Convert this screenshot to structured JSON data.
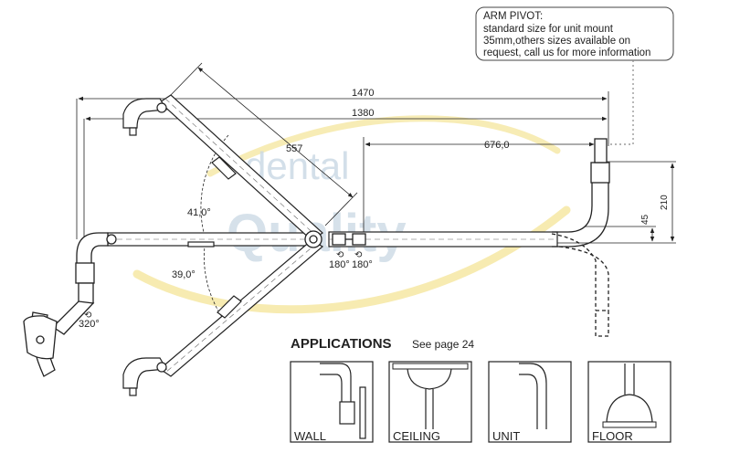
{
  "note": {
    "lines": [
      "ARM PIVOT:",
      "standard size for unit mount",
      "35mm,others sizes available on",
      "request, call us for more information"
    ]
  },
  "dimensions": {
    "overall_width": "1470",
    "inner_width": "1380",
    "arm_length": "557",
    "offset": "676,0",
    "height_total": "210",
    "height_small": "45",
    "angle_upper": "41,0°",
    "angle_lower": "39,0°",
    "rot_a": "180°",
    "rot_b": "180°",
    "rot_head": "320°"
  },
  "watermark": {
    "word1": "dental",
    "word2": "Quality"
  },
  "applications": {
    "title": "APPLICATIONS",
    "subtitle": "See page 24",
    "items": [
      {
        "label": "WALL"
      },
      {
        "label": "CEILING"
      },
      {
        "label": "UNIT"
      },
      {
        "label": "FLOOR"
      }
    ]
  },
  "colors": {
    "line": "#222222",
    "watermark_blue": "#c9d8e4",
    "watermark_yellow": "#f6e9a8"
  }
}
